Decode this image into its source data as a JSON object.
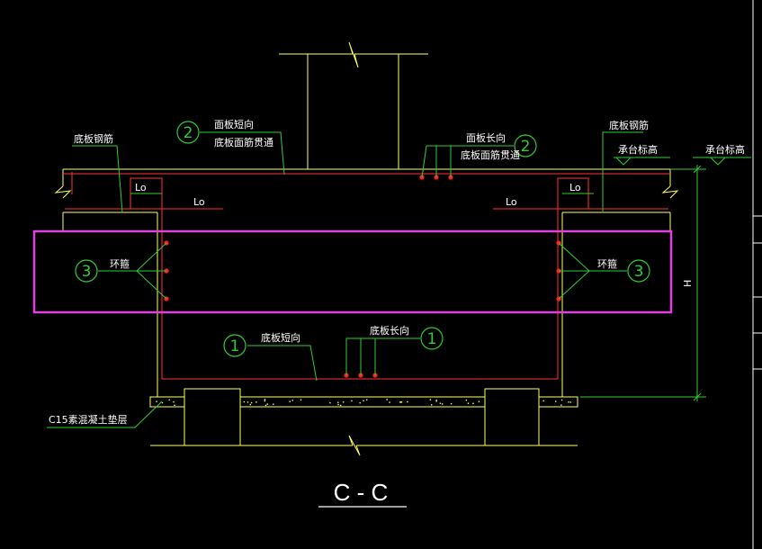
{
  "colors": {
    "background": "#000000",
    "concrete": "#ffff66",
    "rebar": "#ff3333",
    "rebar_dot": "#ff2020",
    "leader": "#33cc33",
    "dimension": "#33cc33",
    "label": "#ffffff",
    "highlight": "#e040e0",
    "frame": "#ffffff"
  },
  "labels": {
    "bottom_rebar_left": "底板钢筋",
    "bottom_rebar_right": "底板钢筋",
    "top_short": "面板短向",
    "top_long": "面板长向",
    "top_through": "底板面筋贯通",
    "top_through_2": "底板面筋贯通",
    "cap_elev_inner": "承台标高",
    "cap_elev_outer": "承台标高",
    "lo_1": "Lo",
    "lo_2": "Lo",
    "lo_3": "Lo",
    "lo_4": "Lo",
    "hoop_left": "环箍",
    "hoop_right": "环箍",
    "bottom_short": "底板短向",
    "bottom_long": "底板长向",
    "cushion": "C15素混凝土垫层",
    "height": "H",
    "section_title": "C - C"
  },
  "callouts": {
    "n1_left": "1",
    "n1_right": "1",
    "n2_left": "2",
    "n2_right": "2",
    "n3_left": "3",
    "n3_right": "3"
  },
  "icons": {
    "break_symbol": "zigzag-break-icon",
    "elevation_marker": "elevation-triangle-icon",
    "callout": "circle-callout-icon"
  }
}
